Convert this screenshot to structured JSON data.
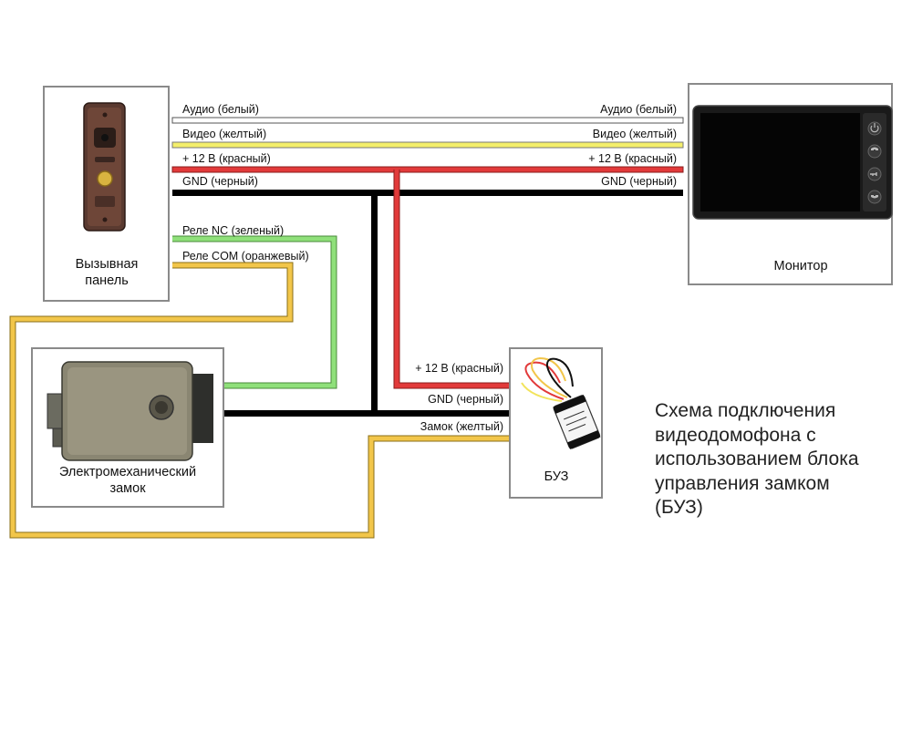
{
  "devices": {
    "call_panel": {
      "label_lines": [
        "Вызывная",
        "панель"
      ]
    },
    "monitor": {
      "label": "Монитор"
    },
    "lock": {
      "label_lines": [
        "Электромеханический",
        "замок"
      ]
    },
    "buz": {
      "label": "БУЗ"
    }
  },
  "wires": {
    "audio": {
      "left_label": "Аудио (белый)",
      "right_label": "Аудио (белый)",
      "color": "#ffffff"
    },
    "video": {
      "left_label": "Видео (желтый)",
      "right_label": "Видео (желтый)",
      "color": "#f3ee6b"
    },
    "power": {
      "left_label": "+ 12 В (красный)",
      "right_label": "+ 12 В (красный)",
      "color": "#e23a3a"
    },
    "gnd": {
      "left_label": "GND (черный)",
      "right_label": "GND (черный)",
      "color": "#000000"
    },
    "relay_nc": {
      "label": "Реле NC (зеленый)",
      "color": "#8fe07a"
    },
    "relay_com": {
      "label": "Реле COM (оранжевый)",
      "color": "#f2c64a"
    },
    "buz_power": {
      "label": "+ 12 В (красный)"
    },
    "buz_gnd": {
      "label": "GND (черный)"
    },
    "buz_lock": {
      "label": "Замок (желтый)",
      "color": "#f2e45c"
    }
  },
  "monitor_buttons": [
    "power-icon",
    "phone-icon",
    "key-icon",
    "hangup-icon"
  ],
  "caption_lines": [
    "Схема подключения",
    "видеодомофона с",
    "использованием блока",
    "управления замком",
    "(БУЗ)"
  ]
}
